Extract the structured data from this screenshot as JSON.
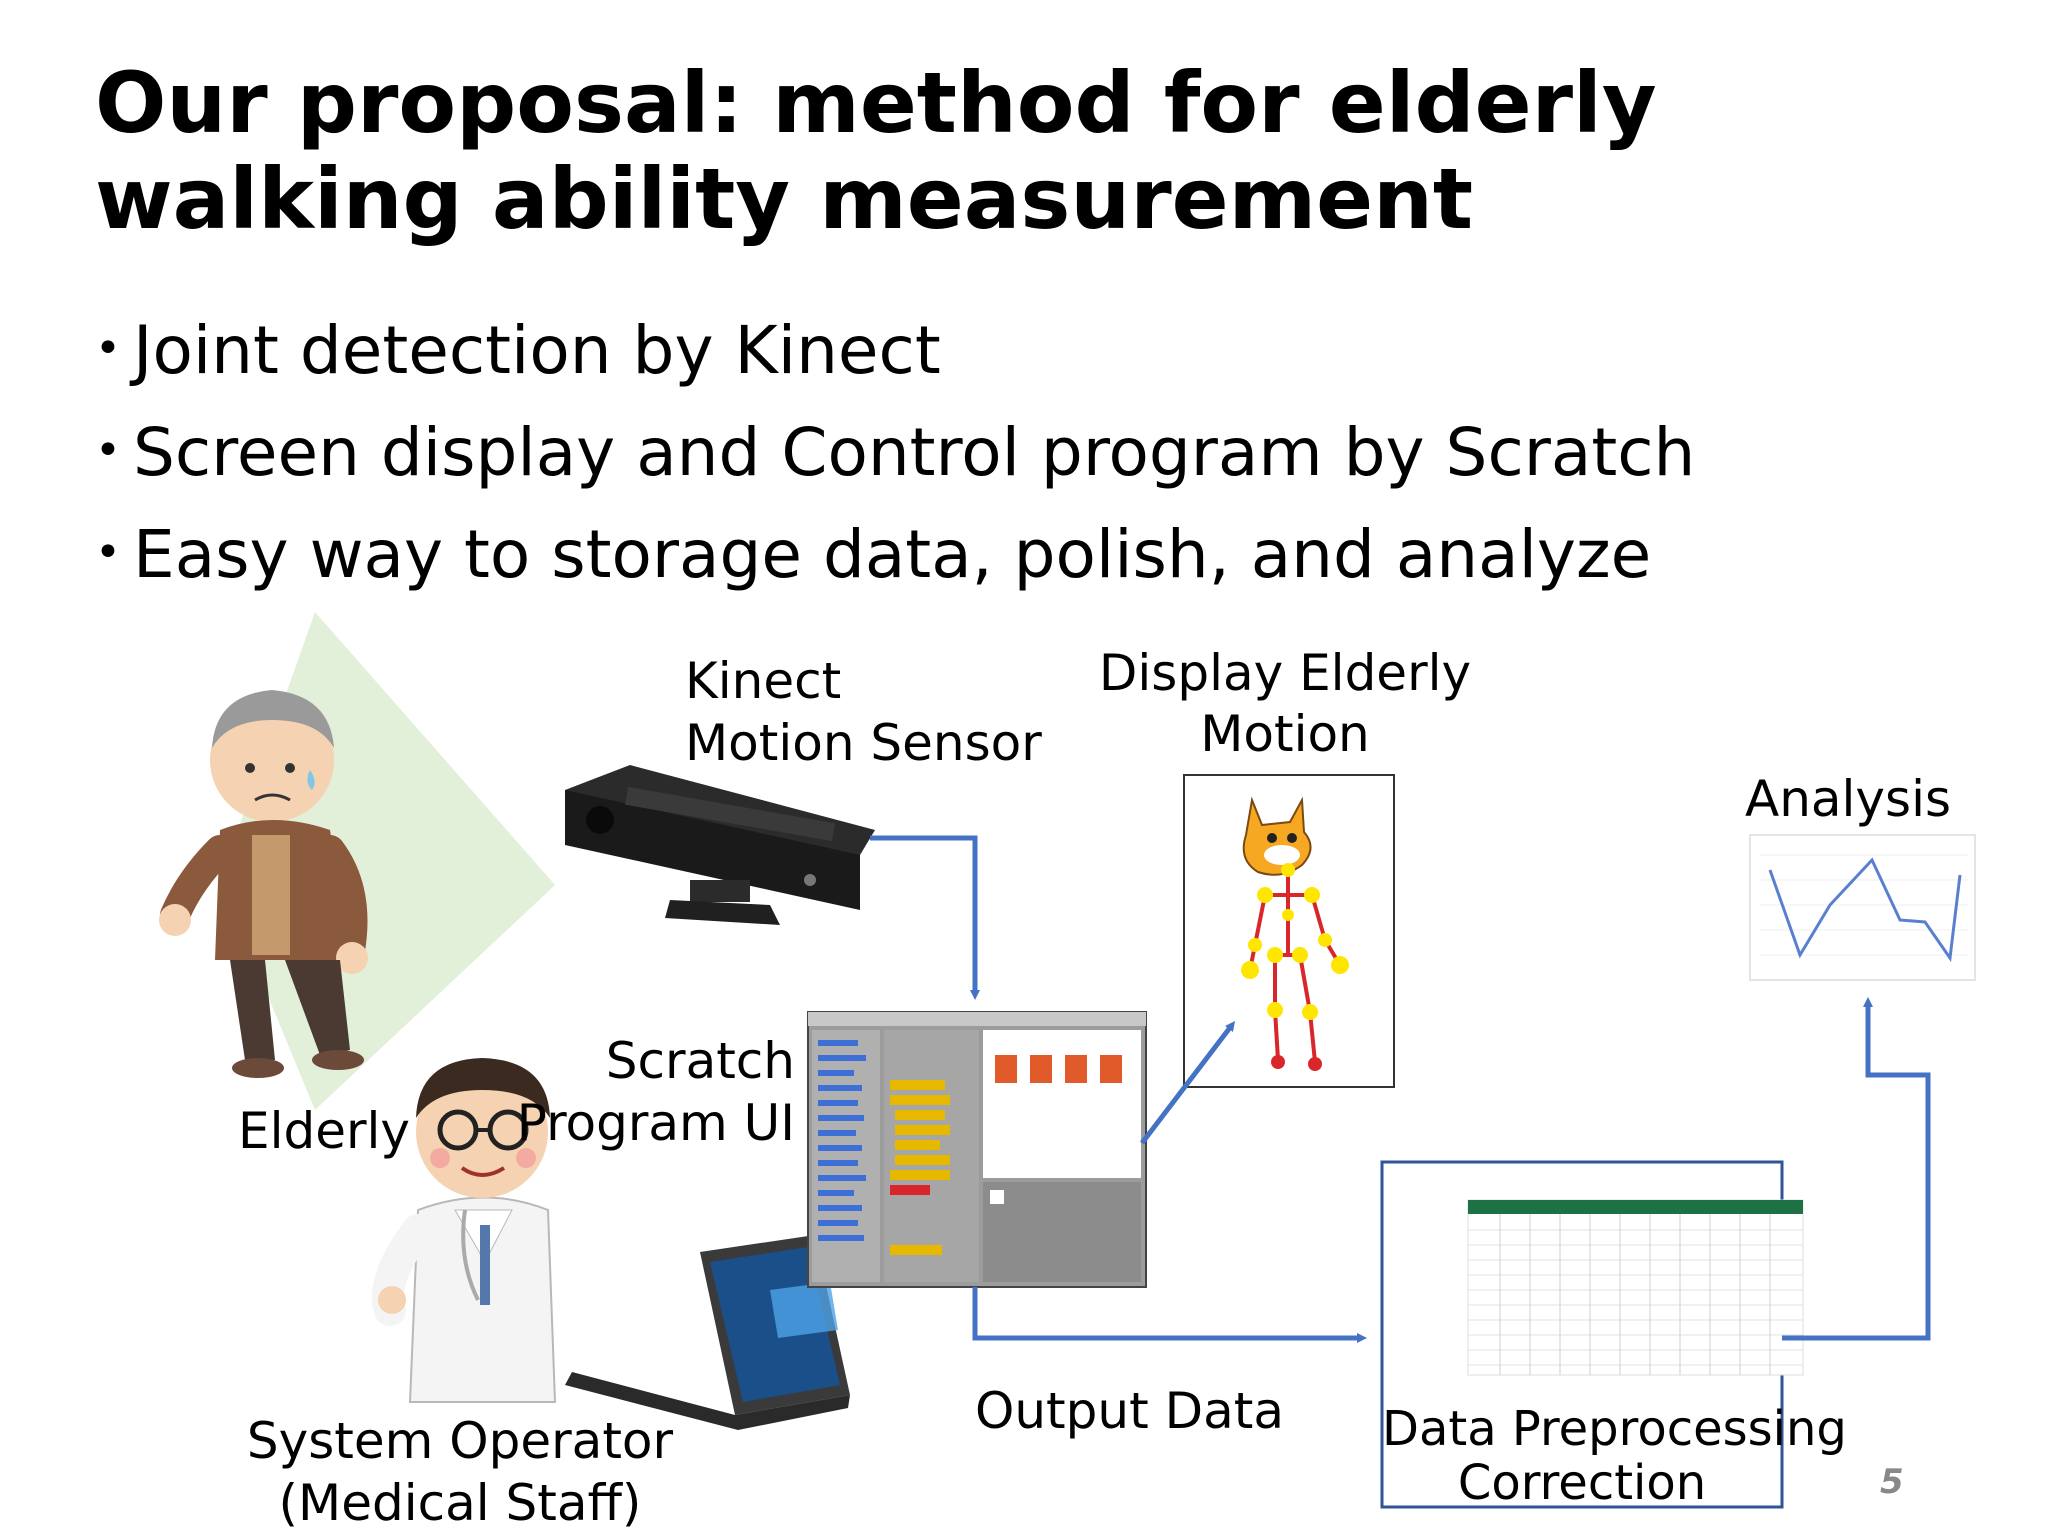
{
  "slide": {
    "title": "Our proposal: method for elderly walking ability measurement",
    "bullets": [
      "Joint detection by Kinect",
      "Screen display and Control program by Scratch",
      "Easy way to storage data, polish, and analyze"
    ],
    "page_number": "5"
  },
  "diagram": {
    "kinect_label_1": "Kinect",
    "kinect_label_2": "Motion Sensor",
    "display_label_1": "Display Elderly",
    "display_label_2": "Motion",
    "analysis_label": "Analysis",
    "elderly_label": "Elderly",
    "scratch_label_1": "Scratch",
    "scratch_label_2": "Program UI",
    "operator_label_1": "System Operator",
    "operator_label_2": "(Medical Staff)",
    "output_label": "Output Data",
    "preprocess_label_1": "Data Preprocessing",
    "preprocess_label_2": "Correction"
  },
  "colors": {
    "arrow": "#4472C4",
    "box_border": "#2F5597",
    "cone": "#E2EFD9",
    "joint": "#FFE600",
    "joint_red": "#D9262B",
    "cat": "#F7A823",
    "spreadsheet_header": "#1E7145"
  },
  "icons": [
    "elderly-person-illustration",
    "kinect-sensor-illustration",
    "scratch-cat-illustration",
    "line-chart-thumbnail",
    "laptop-illustration",
    "doctor-illustration",
    "spreadsheet-thumbnail",
    "scratch-ui-screenshot"
  ]
}
